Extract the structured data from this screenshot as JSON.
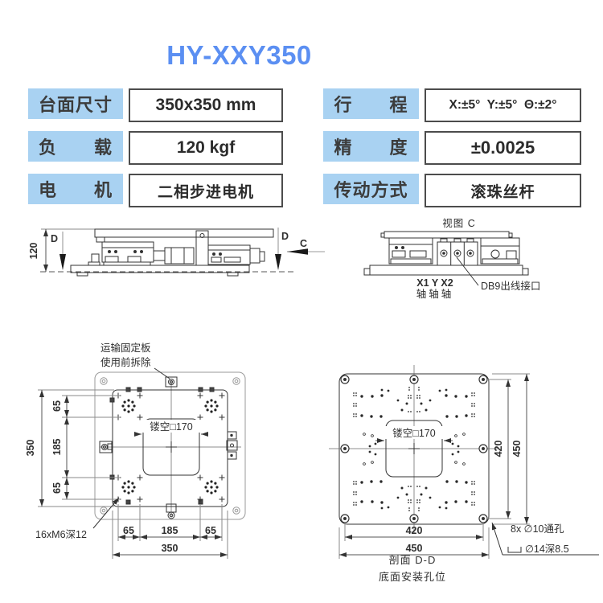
{
  "title": "HY-XXY350",
  "colors": {
    "accent": "#5b8ff2",
    "label_bg": "#a9d2f2"
  },
  "specs": {
    "left": [
      {
        "label": "台面尺寸",
        "value": "350x350 mm"
      },
      {
        "label": "负　　载",
        "value": "120 kgf"
      },
      {
        "label": "电　　机",
        "value": "二相步进电机"
      }
    ],
    "right": [
      {
        "label": "行　　程",
        "value": "X:±5°  Y:±5°  Θ:±2°"
      },
      {
        "label": "精　　度",
        "value": "±0.0025"
      },
      {
        "label": "传动方式",
        "value": "滚珠丝杆"
      }
    ]
  },
  "front_view": {
    "dim_height": "120",
    "marker_d": "D",
    "marker_c": "C"
  },
  "view_c": {
    "title": "视图 C",
    "axis_row1": "X1 Y X2",
    "axis_row2": "轴轴轴",
    "db9_note": "DB9出线接口"
  },
  "top_view": {
    "note1": "运输固定板",
    "note2": "使用前拆除",
    "cutout": "镂空□170",
    "dim_total": "350",
    "seg_a": "65",
    "seg_b": "185",
    "seg_c": "65",
    "thread_note": "16xM6深12"
  },
  "bottom_view": {
    "cutout": "镂空□170",
    "dim_inner": "420",
    "dim_outer": "450",
    "holes_note": "8x ∅10通孔",
    "cbore_note": "∅14深8.5",
    "section": "剖面 D-D",
    "caption": "底面安装孔位"
  }
}
